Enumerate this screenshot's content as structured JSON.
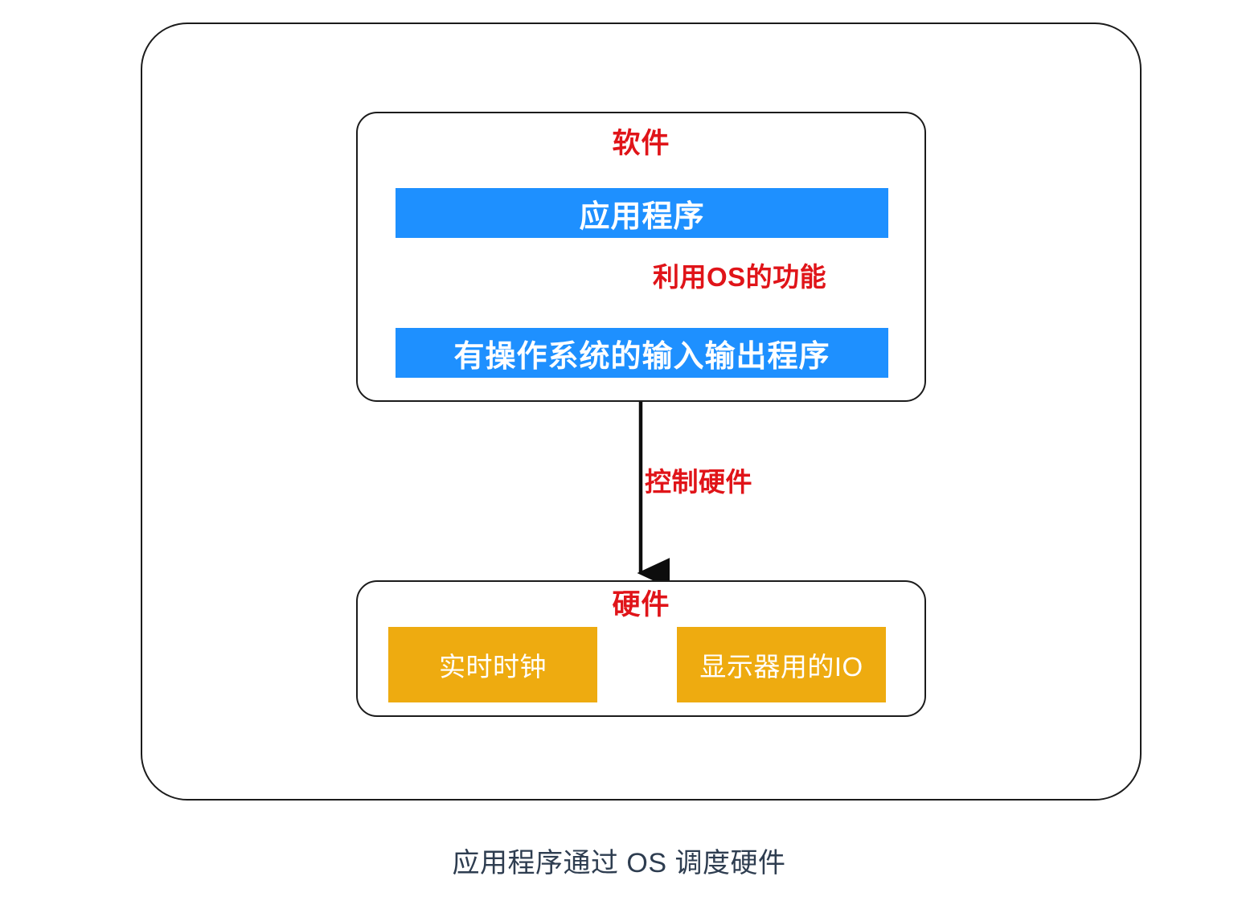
{
  "diagram": {
    "caption": "应用程序通过 OS 调度硬件",
    "colors": {
      "software_block": "#1e90ff",
      "hardware_block": "#eeab10",
      "label_red": "#e01419",
      "border": "#1b1b1b",
      "caption_text": "#2e3d50",
      "block_text": "#ffffff"
    },
    "groups": [
      {
        "id": "software",
        "title": "软件",
        "blocks": [
          {
            "id": "application",
            "label": "应用程序"
          },
          {
            "id": "os-io-program",
            "label": "有操作系统的输入输出程序"
          }
        ]
      },
      {
        "id": "hardware",
        "title": "硬件",
        "blocks": [
          {
            "id": "realtime-clock",
            "label": "实时时钟"
          },
          {
            "id": "display-io",
            "label": "显示器用的IO"
          }
        ]
      }
    ],
    "arrows": [
      {
        "id": "app-to-os",
        "label": "利用OS的功能",
        "from": "应用程序",
        "to": "有操作系统的输入输出程序"
      },
      {
        "id": "os-to-hardware",
        "label": "控制硬件",
        "from": "有操作系统的输入输出程序",
        "to": "硬件"
      }
    ]
  }
}
